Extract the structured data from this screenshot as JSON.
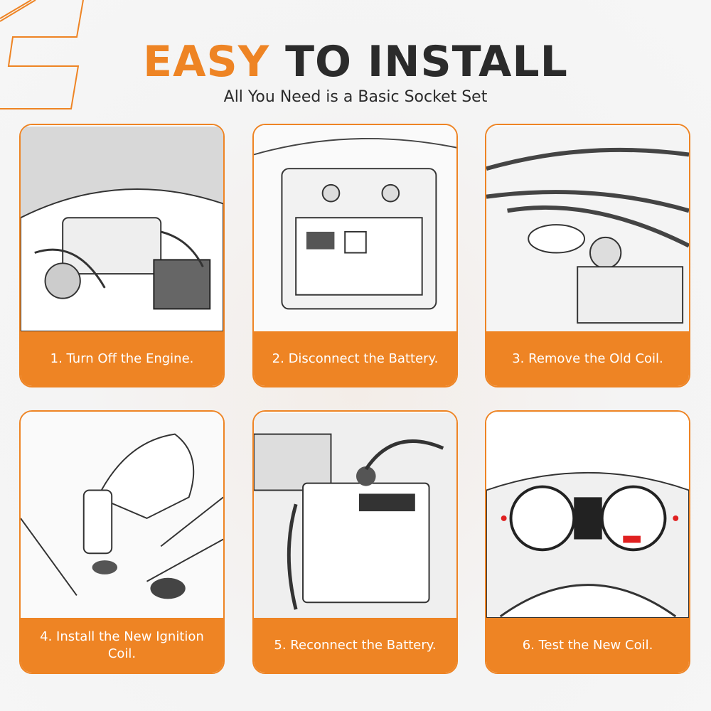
{
  "header": {
    "title_accent": "EASY",
    "title_rest": "TO INSTALL",
    "subtitle": "All You Need is a Basic Socket Set"
  },
  "steps": [
    {
      "label": "1. Turn Off the Engine.",
      "illustration": "engine-bay-icon"
    },
    {
      "label": "2. Disconnect the Battery.",
      "illustration": "battery-icon"
    },
    {
      "label": "3. Remove the Old Coil.",
      "illustration": "hand-removing-coil-icon"
    },
    {
      "label": "4. Install the New Ignition Coil.",
      "illustration": "hand-installing-coil-icon"
    },
    {
      "label": "5. Reconnect the Battery.",
      "illustration": "battery-terminal-icon"
    },
    {
      "label": "6. Test the New Coil.",
      "illustration": "dashboard-gauges-icon"
    }
  ],
  "colors": {
    "accent": "#ee8424",
    "text": "#2b2b2b"
  }
}
